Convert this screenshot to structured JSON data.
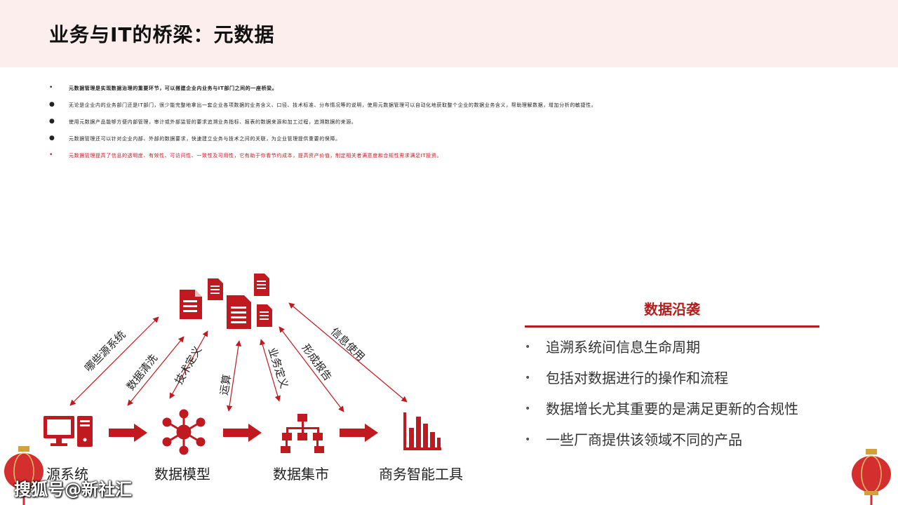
{
  "title": "业务与IT的桥梁：元数据",
  "bullets": [
    "元数据管理是实现数据治理的重要环节，可以搭建企业内业务与IT部门之间的一座桥梁。",
    "无论是企业内的业务部门还是IT部门，很少能完整地拿出一套企业各项数据的业务含义、口径、技术标准、分布情况等的说明，使用元数据管理可以自动化地获取整个企业的数据业务含义，帮助理解数据，增加分析的敏捷性。",
    "使用元数据产品能够方便内部管理，审计或外部监管的要求追溯业务指标、报表的数据来源和加工过程，追溯数据的来源。",
    "元数据管理还可以针对企业内部、外部的数据要求，快速建立业务与技术之间的关联，为企业管理提供重要的保障。",
    "元数据管理提高了信息的透明度、有效性、可访问性、一致性及可用性，它有助于你看节约成本，提高资产价值，制定相关者满意度和合规性需求满足IT投资。"
  ],
  "diagram": {
    "nodes": [
      {
        "label": "源系统",
        "icon": "computer-icon"
      },
      {
        "label": "数据模型",
        "icon": "network-hub-icon"
      },
      {
        "label": "数据集市",
        "icon": "org-chart-icon"
      },
      {
        "label": "商务智能工具",
        "icon": "bar-chart-icon"
      }
    ],
    "edges": [
      "哪些源系统",
      "数据清洗",
      "技术定义",
      "运算",
      "业务定义",
      "形成报告",
      "信息使用"
    ]
  },
  "lineage": {
    "title": "数据沿袭",
    "items": [
      "追溯系统间信息生命周期",
      "包括对数据进行的操作和流程",
      "数据增长尤其重要的是满足更新的合规性",
      "一些厂商提供该领域不同的产品"
    ]
  },
  "watermark": "搜狐号@新社汇",
  "colors": {
    "accent": "#c0191f",
    "header_bg": "#fbeeed"
  }
}
